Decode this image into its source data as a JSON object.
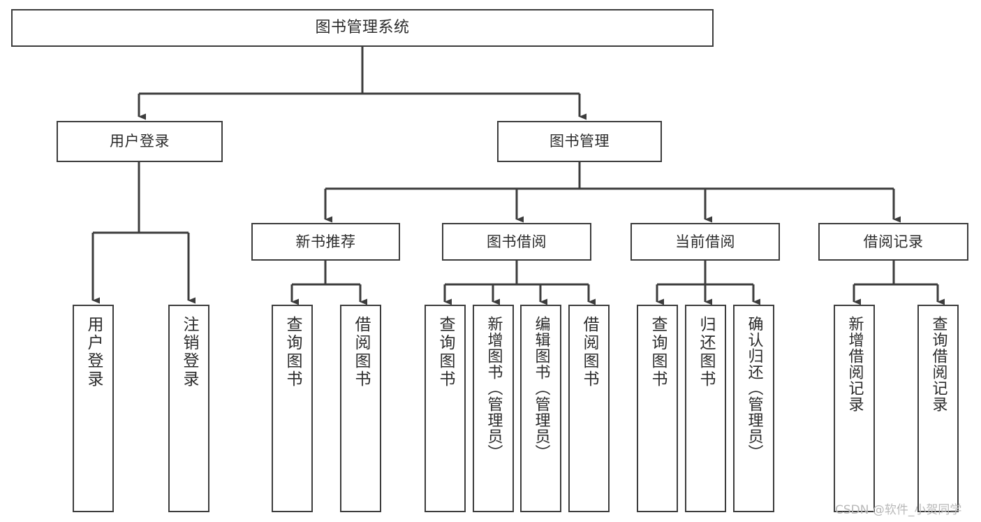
{
  "diagram": {
    "title": "图书管理系统",
    "type": "tree-hierarchy",
    "orientation": "top-down",
    "line_color": "#3c3c3c",
    "box_fill": "#ffffff",
    "text_color": "#2b2b2b",
    "watermark": "CSDN @软件_小贺同学"
  },
  "nodes": {
    "root": {
      "label": "图书管理系统",
      "level": 0
    },
    "level1": [
      {
        "id": "user_login",
        "label": "用户登录",
        "level": 1
      },
      {
        "id": "book_mgmt",
        "label": "图书管理",
        "level": 1
      }
    ],
    "level2": [
      {
        "id": "new_book_rec",
        "label": "新书推荐",
        "level": 2,
        "parent": "book_mgmt"
      },
      {
        "id": "book_borrow",
        "label": "图书借阅",
        "level": 2,
        "parent": "book_mgmt"
      },
      {
        "id": "current_borrow",
        "label": "当前借阅",
        "level": 2,
        "parent": "book_mgmt"
      },
      {
        "id": "borrow_record",
        "label": "借阅记录",
        "level": 2,
        "parent": "book_mgmt"
      }
    ],
    "leaves": [
      {
        "id": "leaf_user_login",
        "label": "用户登录",
        "parent": "user_login"
      },
      {
        "id": "leaf_logout",
        "label": "注销登录",
        "parent": "user_login"
      },
      {
        "id": "leaf_query_book_1",
        "label": "查询图书",
        "parent": "new_book_rec"
      },
      {
        "id": "leaf_borrow_book_1",
        "label": "借阅图书",
        "parent": "new_book_rec"
      },
      {
        "id": "leaf_query_book_2",
        "label": "查询图书",
        "parent": "book_borrow"
      },
      {
        "id": "leaf_add_book",
        "label": "新增图书（管理员）",
        "parent": "book_borrow"
      },
      {
        "id": "leaf_edit_book",
        "label": "编辑图书（管理员）",
        "parent": "book_borrow"
      },
      {
        "id": "leaf_borrow_book_2",
        "label": "借阅图书",
        "parent": "book_borrow"
      },
      {
        "id": "leaf_query_book_3",
        "label": "查询图书",
        "parent": "current_borrow"
      },
      {
        "id": "leaf_return_book",
        "label": "归还图书",
        "parent": "current_borrow"
      },
      {
        "id": "leaf_confirm_return",
        "label": "确认归还（管理员）",
        "parent": "current_borrow"
      },
      {
        "id": "leaf_add_record",
        "label": "新增借阅记录",
        "parent": "borrow_record"
      },
      {
        "id": "leaf_query_record",
        "label": "查询借阅记录",
        "parent": "borrow_record"
      }
    ]
  }
}
